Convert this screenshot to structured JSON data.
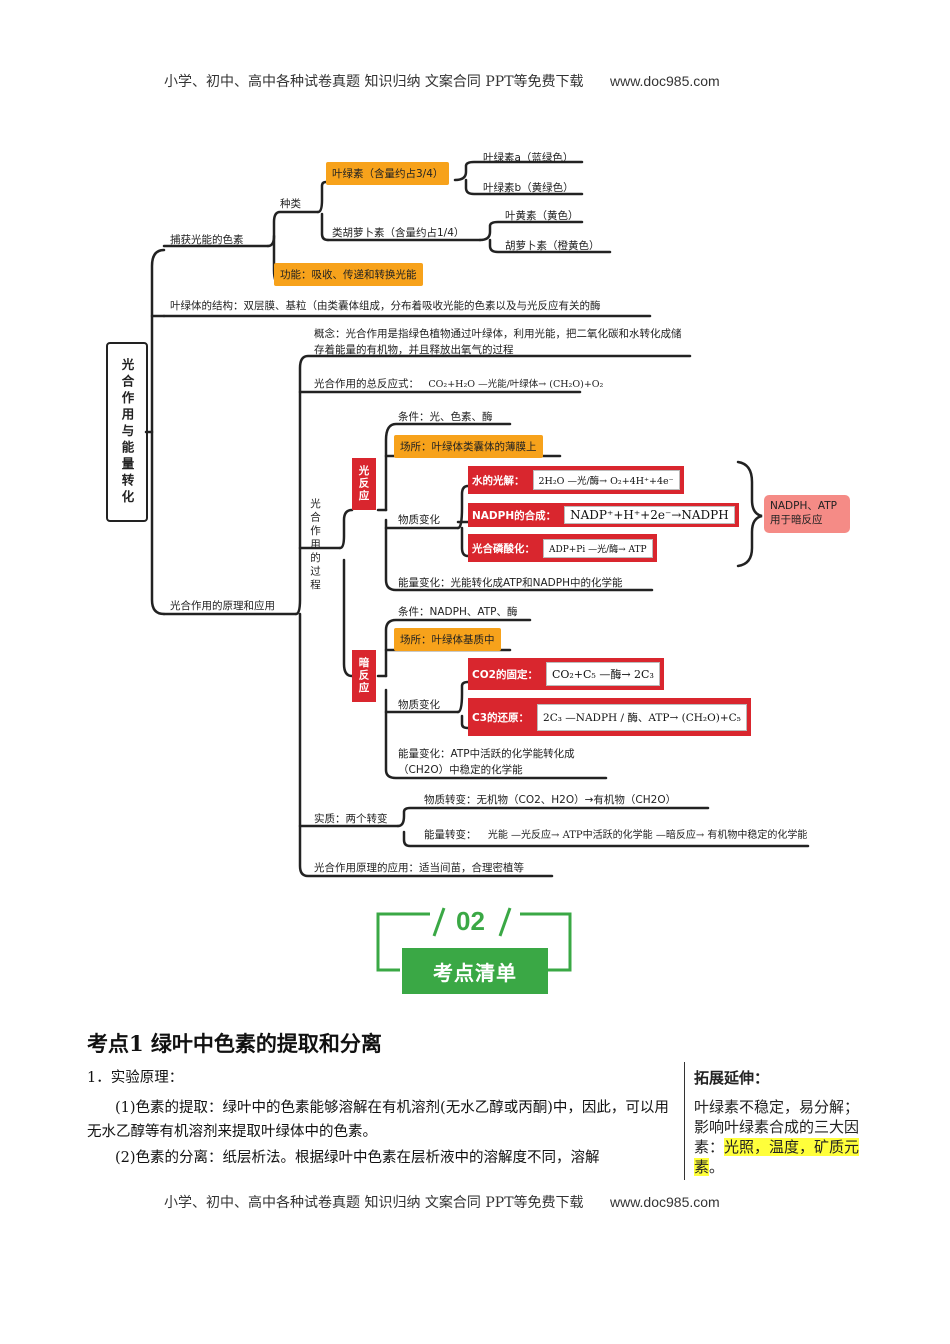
{
  "header": {
    "text": "小学、初中、高中各种试卷真题  知识归纳  文案合同  PPT等免费下载",
    "url": "www.doc985.com"
  },
  "mindmap": {
    "root": "光合作用与能量转化",
    "capture_pigments": "捕获光能的色素",
    "types": "种类",
    "chlorophyll": "叶绿素（含量约占3/4）",
    "chl_a": "叶绿素a（蓝绿色）",
    "chl_b": "叶绿素b（黄绿色）",
    "carotenoid": "类胡萝卜素（含量约占1/4）",
    "xanthophyll": "叶黄素（黄色）",
    "carotene": "胡萝卜素（橙黄色）",
    "function": "功能：吸收、传递和转换光能",
    "structure": "叶绿体的结构：双层膜、基粒（由类囊体组成，分布着吸收光能的色素以及与光反应有关的酶",
    "principle": "光合作用的原理和应用",
    "concept": "概念：光合作用是指绿色植物通过叶绿体，利用光能，把二氧化碳和水转化成储存着能量的有机物，并且释放出氧气的过程",
    "equation_label": "光合作用的总反应式：",
    "equation": "CO₂+H₂O —光能/叶绿体→ (CH₂O)+O₂",
    "process": "光合作用的过程",
    "light_reaction": "光反应",
    "lr_condition": "条件：光、色素、酶",
    "lr_site": "场所：叶绿体类囊体的薄膜上",
    "lr_material": "物质变化",
    "water_photolysis": "水的光解：",
    "water_formula": "2H₂O —光/酶→ O₂+4H⁺+4e⁻",
    "nadph_synth": "NADPH的合成：",
    "nadph_formula": "NADP⁺+H⁺+2e⁻→NADPH",
    "photophos": "光合磷酸化：",
    "photophos_formula": "ADP+Pi —光/酶→ ATP",
    "lr_energy": "能量变化：光能转化成ATP和NADPH中的化学能",
    "nadph_atp_note": "NADPH、ATP用于暗反应",
    "dark_reaction": "暗反应",
    "dr_condition": "条件：NADPH、ATP、酶",
    "dr_site": "场所：叶绿体基质中",
    "dr_material": "物质变化",
    "co2_fix": "CO2的固定：",
    "co2_formula": "CO₂+C₅ —酶→ 2C₃",
    "c3_reduce": "C3的还原：",
    "c3_formula": "2C₃ —NADPH / 酶、ATP→ (CH₂O)+C₅",
    "dr_energy": "能量变化：ATP中活跃的化学能转化成（CH2O）中稳定的化学能",
    "essence": "实质：两个转变",
    "matter_change": "物质转变：无机物（CO2、H2O）→有机物（CH2O）",
    "energy_change_label": "能量转变：",
    "energy_change": "光能 —光反应→ ATP中活跃的化学能 —暗反应→ 有机物中稳定的化学能",
    "application": "光合作用原理的应用：适当间苗，合理密植等"
  },
  "badge": {
    "number": "02",
    "title": "考点清单"
  },
  "section": {
    "heading": "考点1  绿叶中色素的提取和分离",
    "item1": "1．实验原理：",
    "p1": "(1)色素的提取：绿叶中的色素能够溶解在有机溶剂(无水乙醇或丙酮)中，因此，可以用无水乙醇等有机溶剂来提取叶绿体中的色素。",
    "p2": "(2)色素的分离：纸层析法。根据绿叶中色素在层析液中的溶解度不同，溶解"
  },
  "sidebar": {
    "title": "拓展延伸：",
    "text": "叶绿素不稳定，易分解；影响叶绿素合成的三大因素：",
    "highlight": "光照，温度，矿质元素",
    "end": "。"
  },
  "footer": {
    "text": "小学、初中、高中各种试卷真题  知识归纳  文案合同  PPT等免费下载",
    "url": "www.doc985.com"
  }
}
